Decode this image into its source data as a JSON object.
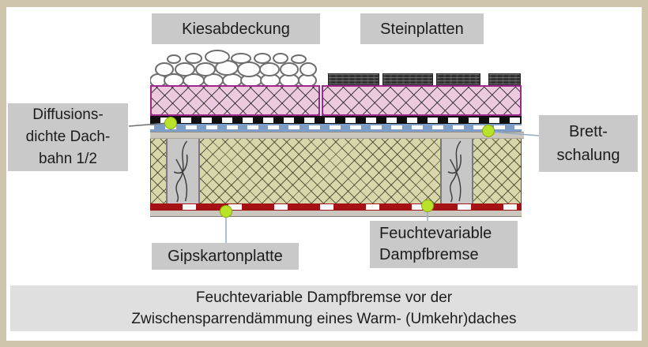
{
  "diagram": {
    "labels": {
      "kiesabdeckung": "Kiesabdeckung",
      "steinplatten": "Steinplatten",
      "diffusionsdichte": [
        "Diffusions-",
        "dichte Dach-",
        "bahn 1/2"
      ],
      "brettschalung": [
        "Brett-",
        "schalung"
      ],
      "gipskartonplatte": "Gipskartonplatte",
      "feuchtevariable": [
        "Feuchtevariable",
        "Dampfbremse"
      ]
    },
    "caption": {
      "line1": "Feuchtevariable Dampfbremse vor der",
      "line2": "Zwischensparrendämmung eines Warm- (Umkehr)daches"
    },
    "colors": {
      "frame_border": "#cfc5ac",
      "label_bg": "#c9c9c9",
      "caption_bg": "#dfdfdf",
      "xps_pink": "#eccade",
      "xps_border": "#a2268f",
      "insulation_tan": "#d8d7ab",
      "rafter_gray": "#c7c7c7",
      "membrane_black": "#0f0f0f",
      "membrane_blue": "#7e9dc6",
      "vapor_barrier_red": "#a51216",
      "board_gray": "#cac6be",
      "gypsum_gray": "#cbc7bf",
      "marker_green": "#b9e32a",
      "leader_blue": "#92aac6"
    }
  }
}
